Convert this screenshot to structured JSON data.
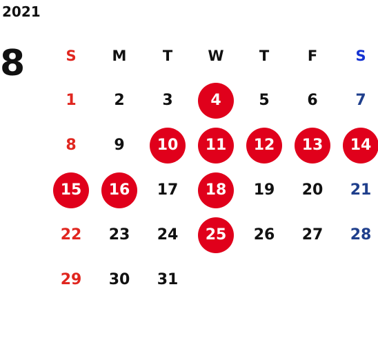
{
  "year": "2021",
  "month": "8",
  "colors": {
    "sunday": "#e0261f",
    "saturday_header": "#1432d2",
    "saturday": "#1f3f8c",
    "weekday": "#111111",
    "highlight_bg": "#e0001b",
    "highlight_text": "#ffffff"
  },
  "weekdays": [
    "S",
    "M",
    "T",
    "W",
    "T",
    "F",
    "S"
  ],
  "weeks": [
    [
      "",
      "",
      "",
      "",
      "",
      "",
      ""
    ],
    [
      "1",
      "2",
      "3",
      "4",
      "5",
      "6",
      "7"
    ],
    [
      "8",
      "9",
      "10",
      "11",
      "12",
      "13",
      "14"
    ],
    [
      "15",
      "16",
      "17",
      "18",
      "19",
      "20",
      "21"
    ],
    [
      "22",
      "23",
      "24",
      "25",
      "26",
      "27",
      "28"
    ],
    [
      "29",
      "30",
      "31",
      "",
      "",
      "",
      ""
    ]
  ],
  "highlighted_days": [
    "4",
    "10",
    "11",
    "12",
    "13",
    "14",
    "15",
    "16",
    "18",
    "25"
  ]
}
